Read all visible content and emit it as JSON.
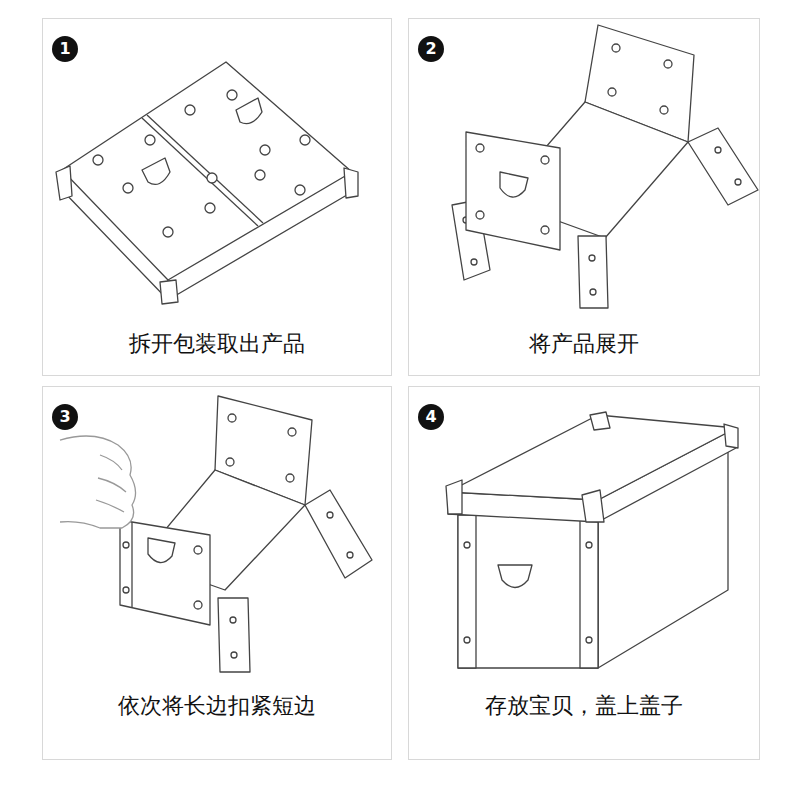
{
  "diagram": {
    "nodes": [
      {
        "text": [
          "1",
          "拆开包装取出产品"
        ]
      },
      {
        "text": [
          "2",
          "将产品展开"
        ]
      },
      {
        "text": [
          "3",
          "依次将长边扣紧短边"
        ]
      },
      {
        "text": [
          "4",
          "存放宝贝，盖上盖子"
        ]
      }
    ]
  }
}
